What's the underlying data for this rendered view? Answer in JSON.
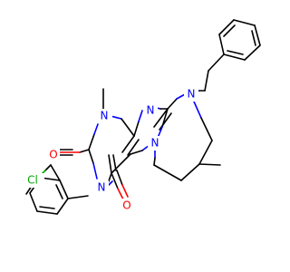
{
  "molecule": {
    "atoms": {
      "n1": "N",
      "n3": "N",
      "n7": "N",
      "n9": "N",
      "n10": "N",
      "o2": "O",
      "o4": "O",
      "cl": "Cl"
    },
    "colors": {
      "bond": "#000000",
      "nitrogen": "#0000ff",
      "oxygen": "#ff0000",
      "chlorine": "#00aa00"
    }
  }
}
